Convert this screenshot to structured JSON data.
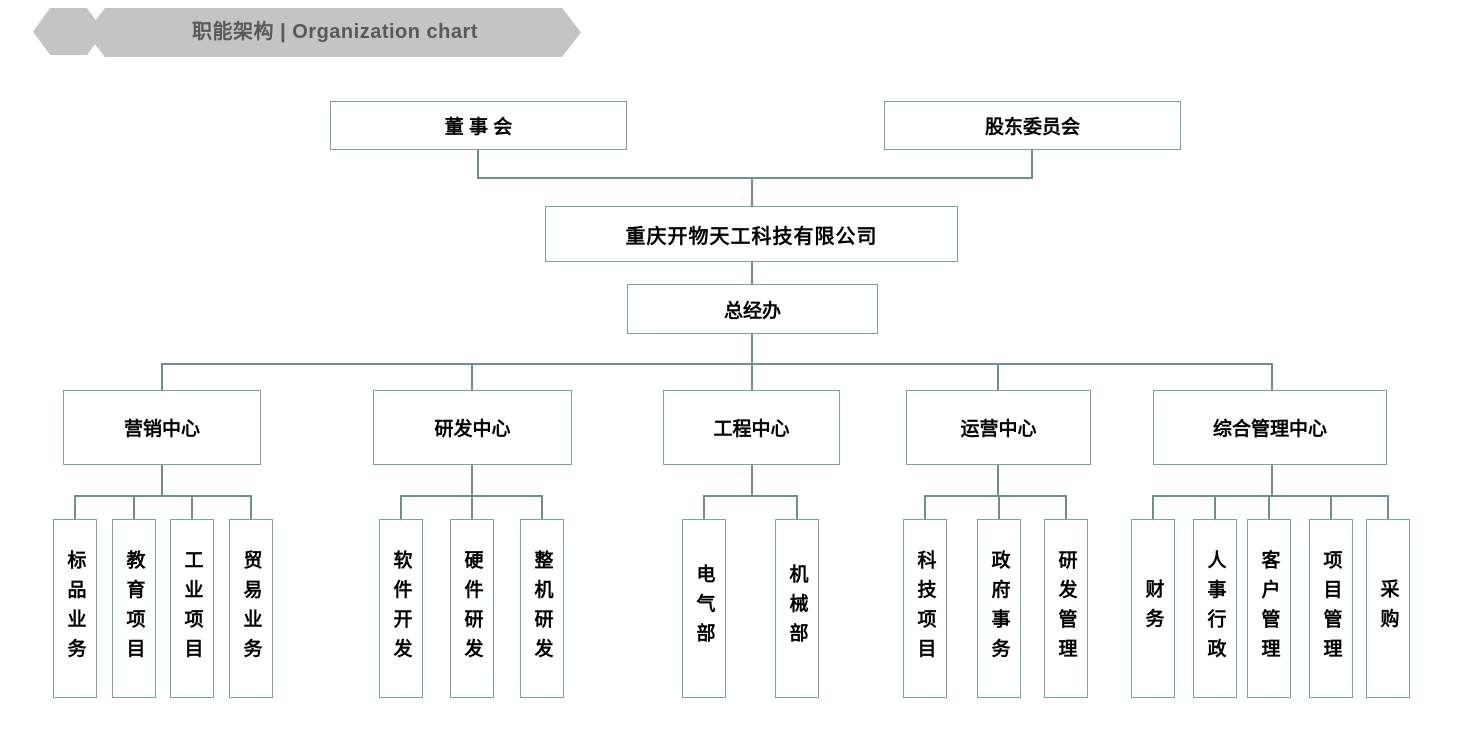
{
  "header": {
    "title": "职能架构 | Organization chart"
  },
  "org": {
    "level1": [
      {
        "label": "董 事 会"
      },
      {
        "label": "股东委员会"
      }
    ],
    "company": {
      "label": "重庆开物天工科技有限公司"
    },
    "gm": {
      "label": "总经办"
    },
    "centers": [
      {
        "label": "营销中心",
        "children": [
          {
            "label": "标品业务"
          },
          {
            "label": "教育项目"
          },
          {
            "label": "工业项目"
          },
          {
            "label": "贸易业务"
          }
        ]
      },
      {
        "label": "研发中心",
        "children": [
          {
            "label": "软件开发"
          },
          {
            "label": "硬件研发"
          },
          {
            "label": "整机研发"
          }
        ]
      },
      {
        "label": "工程中心",
        "children": [
          {
            "label": "电气部"
          },
          {
            "label": "机械部"
          }
        ]
      },
      {
        "label": "运营中心",
        "children": [
          {
            "label": "科技项目"
          },
          {
            "label": "政府事务"
          },
          {
            "label": "研发管理"
          }
        ]
      },
      {
        "label": "综合管理中心",
        "children": [
          {
            "label": "财务"
          },
          {
            "label": "人事行政"
          },
          {
            "label": "客户管理"
          },
          {
            "label": "项目管理"
          },
          {
            "label": "采购"
          }
        ]
      }
    ]
  },
  "colors": {
    "line": "#6d8f8f",
    "box_border": "#7fa0a0",
    "banner_gray": "#c4c4c4",
    "title_text": "#595959",
    "node_text": "#000000",
    "background": "#ffffff"
  }
}
